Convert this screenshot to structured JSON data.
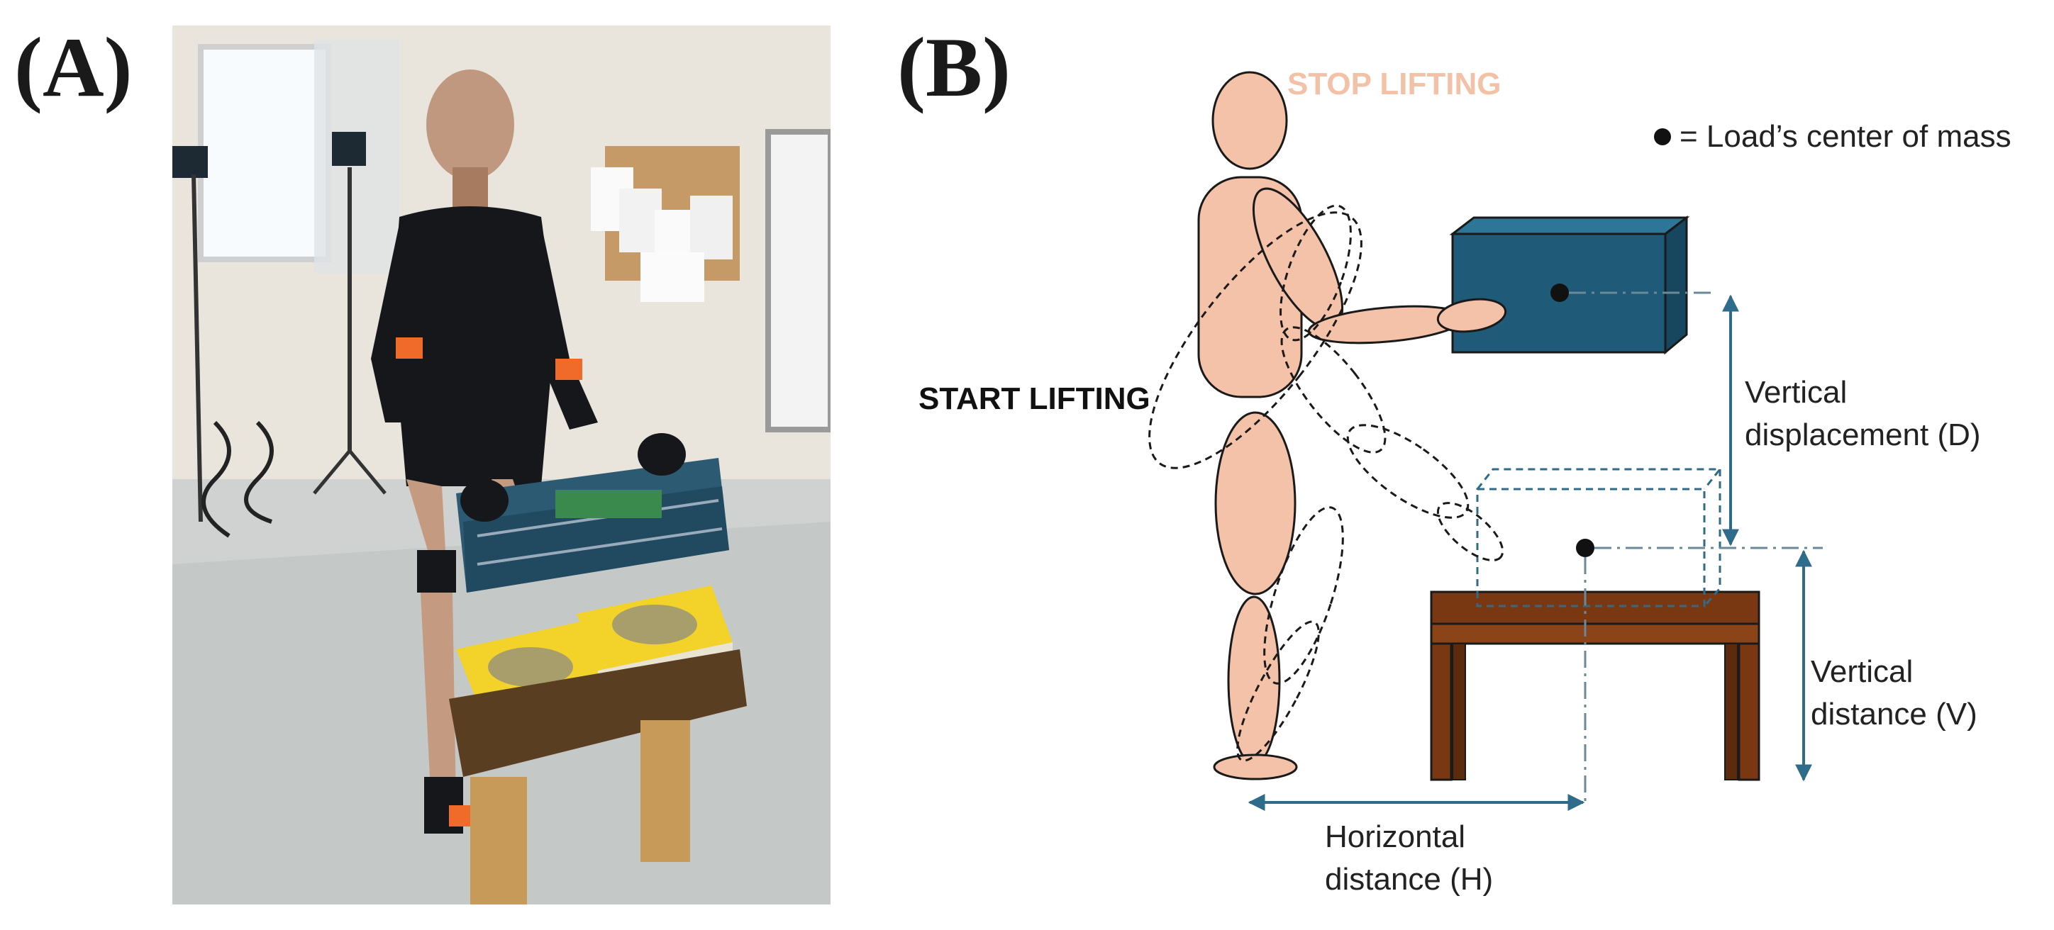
{
  "panels": {
    "a": {
      "label": "(A)"
    },
    "b": {
      "label": "(B)"
    }
  },
  "diagram": {
    "stop_lifting": "STOP LIFTING",
    "start_lifting": "START LIFTING",
    "legend": "= Load’s center of mass",
    "vertical_displacement": [
      "Vertical",
      "displacement (D)"
    ],
    "vertical_distance": [
      "Vertical",
      "distance (V)"
    ],
    "horizontal_distance": [
      "Horizontal",
      "distance (H)"
    ]
  },
  "colors": {
    "figure_fill": "#f4c2a8",
    "figure_stroke": "#1a1a1a",
    "box_blue": "#1f5a78",
    "dimension_line": "#2f6b8a",
    "table_brown": "#7a3812",
    "stop_lifting_text": "#f2c1a6"
  }
}
